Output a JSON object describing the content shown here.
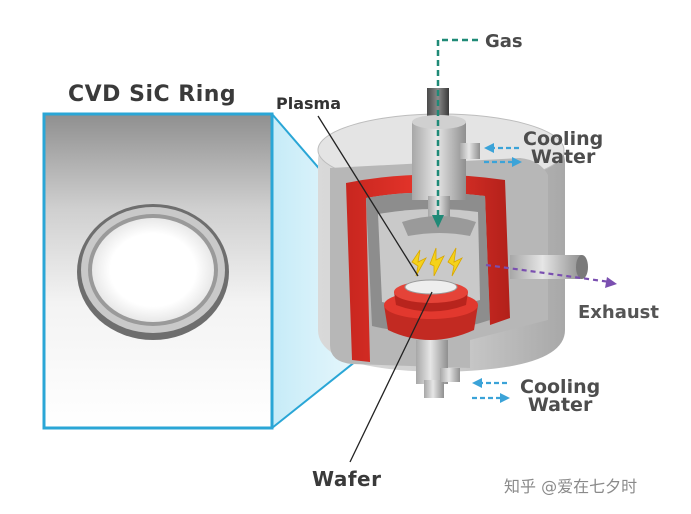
{
  "title": "CVD SiC Ring",
  "labels": {
    "plasma": "Plasma",
    "gas": "Gas",
    "cooling_water_top": [
      "Cooling",
      "Water"
    ],
    "cooling_water_bottom": [
      "Cooling",
      "Water"
    ],
    "exhaust": "Exhaust",
    "wafer": "Wafer"
  },
  "watermark": "知乎 @爱在七夕时",
  "colors": {
    "heater": "#e8362c",
    "chamber_wall": "#b9b9b9",
    "gas_arrow": "#1f8a77",
    "cooling_arrow": "#3ba3d8",
    "exhaust_arrow": "#7a4fb0",
    "zoom_frame": "#2aa6d6",
    "plasma_bolt": "#f5d21a"
  }
}
